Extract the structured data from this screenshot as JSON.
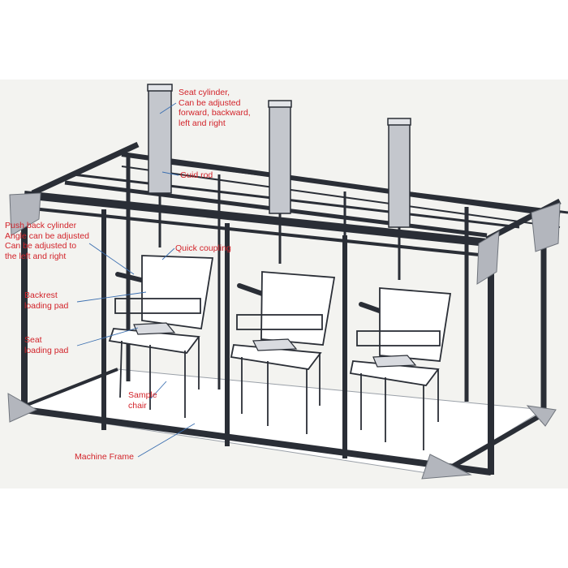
{
  "colors": {
    "label_text": "#d2232a",
    "leader_line": "#3b6fb0",
    "frame_metal": "#2a2e36",
    "panel_gray": "#b3b6bd",
    "background": "#f3f3f0",
    "floor": "#ffffff"
  },
  "labels": {
    "seat_cylinder": "Seat cylinder,\nCan be adjusted\nforward, backward,\nleft and right",
    "guide_rod": "Guid rod",
    "push_back_cylinder": "Push back cylinder\nAngle can be adjusted\nCan be adjusted to\nthe left and right",
    "quick_coupling": "Quick coupling",
    "backrest_loading_pad": "Backrest\nloading pad",
    "seat_loading_pad": "Seat\nloading pad",
    "sample_chair": "Sample\nchair",
    "machine_frame": "Machine Frame"
  }
}
